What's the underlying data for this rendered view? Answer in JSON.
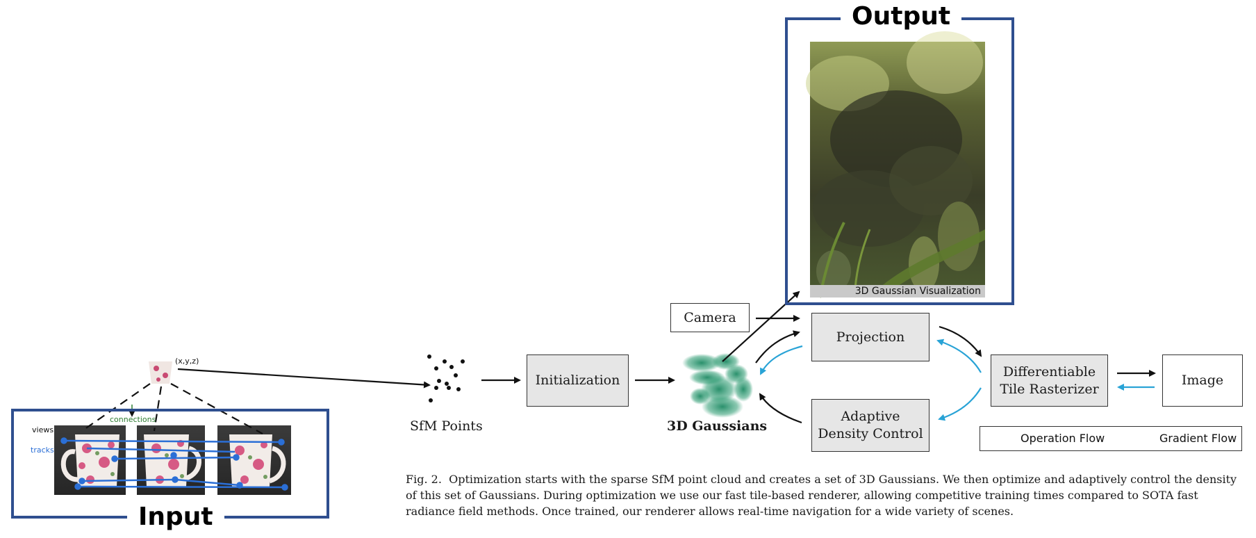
{
  "frames": {
    "output_title": "Output",
    "input_title": "Input"
  },
  "output_image": {
    "label": "3D Gaussian Visualization"
  },
  "nodes": {
    "camera": "Camera",
    "projection": "Projection",
    "initialization": "Initialization",
    "rasterizer_line1": "Differentiable",
    "rasterizer_line2": "Tile Rasterizer",
    "image": "Image",
    "density_line1": "Adaptive",
    "density_line2": "Density Control"
  },
  "labels": {
    "sfm_points": "SfM Points",
    "gaussians": "3D Gaussians"
  },
  "input_panel": {
    "point_label": "(x,y,z)",
    "views": "views",
    "tracks": "tracks",
    "connections": "connections"
  },
  "legend": {
    "operation": "Operation Flow",
    "gradient": "Gradient Flow"
  },
  "colors": {
    "frame": "#2f4f8f",
    "operation_arrow": "#111111",
    "gradient_arrow": "#29a3d6",
    "gaussian_green": "#1f8a64",
    "tracks_blue": "#2b6fd6",
    "connections_green": "#2e7d32"
  },
  "caption": {
    "fig": "Fig. 2.",
    "text": "Optimization starts with the sparse SfM point cloud and creates a set of 3D Gaussians. We then optimize and adaptively control the density of this set of Gaussians. During optimization we use our fast tile-based renderer, allowing competitive training times compared to SOTA fast radiance field methods. Once trained, our renderer allows real-time navigation for a wide variety of scenes."
  }
}
